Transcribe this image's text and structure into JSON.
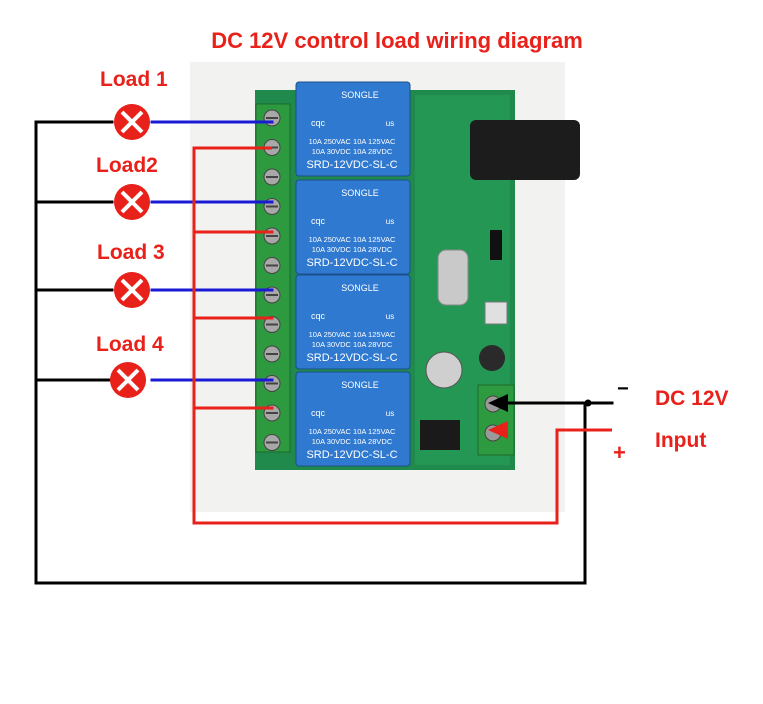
{
  "title": "DC 12V control load wiring diagram",
  "loads": [
    {
      "label": "Load 1"
    },
    {
      "label": "Load2"
    },
    {
      "label": "Load 3"
    },
    {
      "label": "Load 4"
    }
  ],
  "power": {
    "label": "DC 12V",
    "sub_label": "Input",
    "minus_symbol": "−",
    "plus_symbol": "+"
  },
  "relay": {
    "brand": "SONGLE",
    "cert_cqc": "cqc",
    "cert_us": "us",
    "rating_line1": "10A 250VAC  10A  125VAC",
    "rating_line2": "10A  30VDC  10A   28VDC",
    "model": "SRD-12VDC-SL-C"
  },
  "colors": {
    "title": "#e8211b",
    "load_text": "#e8211b",
    "lamp": "#e8211b",
    "neutral_wire": "#000000",
    "load_wire": "#1a1ad6",
    "positive_wire": "#e8211b",
    "pcb": "#1f8a4c",
    "relay": "#2f79d0",
    "terminal": "#2e9a3f"
  }
}
